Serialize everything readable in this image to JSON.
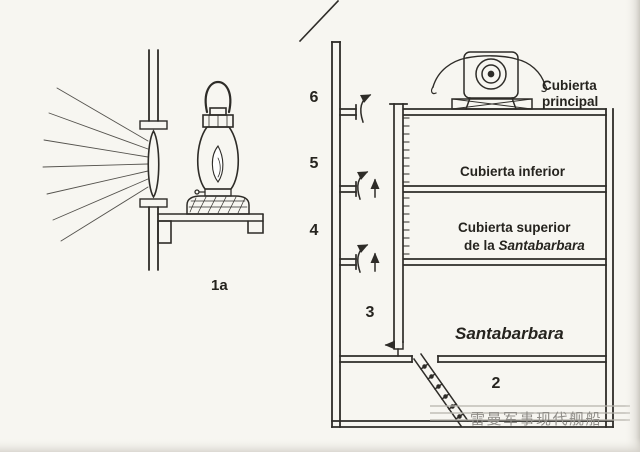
{
  "page": {
    "bg": "#f7f6f1",
    "ink": "#2e2c28"
  },
  "left_figure": {
    "caption": "1a"
  },
  "right_figure": {
    "compartments": [
      "6",
      "5",
      "4",
      "3",
      "2"
    ],
    "labels": {
      "deck_main_line1": "Cubierta",
      "deck_main_line2": "principal",
      "deck_lower": "Cubierta inferior",
      "deck_mag_top_line1": "Cubierta superior",
      "deck_mag_top_line2_prefix": "de la ",
      "deck_mag_top_line2_italic": "Santabarbara",
      "magazine": "Santabarbara"
    }
  },
  "watermark": {
    "text": "雷曼军事现代舰船"
  }
}
